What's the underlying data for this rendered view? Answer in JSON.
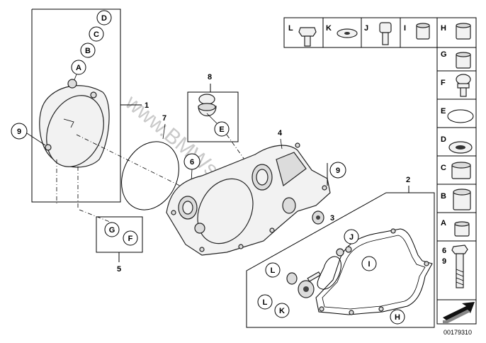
{
  "diagram_code": "00179310",
  "watermark": "www.BMWstore.ru",
  "part_numbers": {
    "n1": "1",
    "n2": "2",
    "n3": "3",
    "n4": "4",
    "n5": "5",
    "n6": "6",
    "n7": "7",
    "n8": "8",
    "n9_left": "9",
    "n9_right": "9",
    "n69": "6\n9"
  },
  "callouts": {
    "D": "D",
    "C": "C",
    "B": "B",
    "A": "A",
    "E": "E",
    "G": "G",
    "F": "F",
    "J": "J",
    "I": "I",
    "L1": "L",
    "L2": "L",
    "K": "K",
    "H": "H"
  },
  "top_legend": [
    "L",
    "K",
    "J",
    "I",
    "H"
  ],
  "side_legend": [
    "G",
    "F",
    "E",
    "D",
    "C",
    "B",
    "A"
  ],
  "side_legend_last": [
    "6",
    "9"
  ]
}
